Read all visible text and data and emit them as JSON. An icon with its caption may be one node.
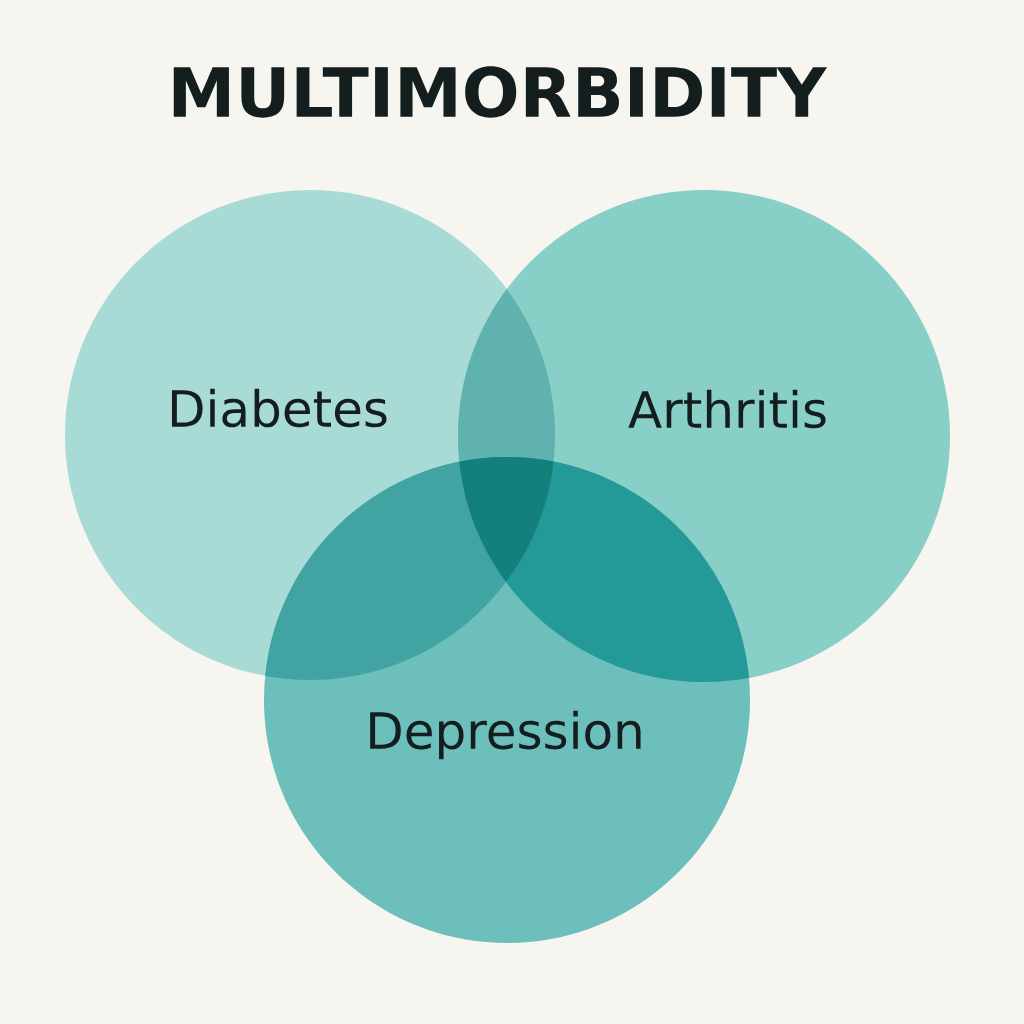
{
  "diagram": {
    "title": "MULTIMORBIDITY",
    "nodes": [
      {
        "text": [
          "Diabetes"
        ]
      },
      {
        "text": [
          "Arthritis"
        ]
      },
      {
        "text": [
          "Depression"
        ]
      }
    ]
  }
}
